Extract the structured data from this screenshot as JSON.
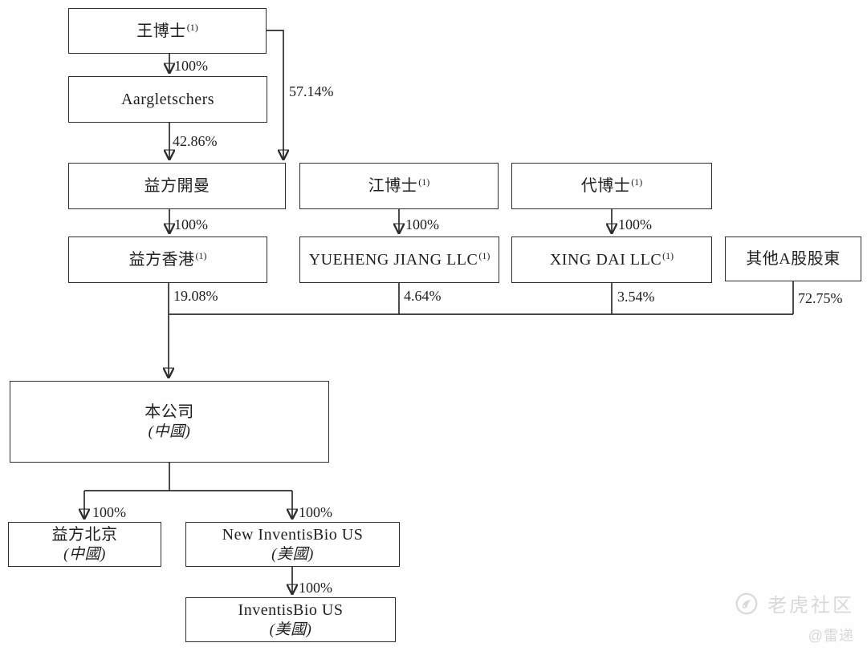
{
  "nodes": {
    "wang": {
      "label": "王博士",
      "sup": "(1)"
    },
    "aargletschers": {
      "label": "Aargletschers"
    },
    "cayman": {
      "label": "益方開曼"
    },
    "jiang": {
      "label": "江博士",
      "sup": "(1)"
    },
    "dai": {
      "label": "代博士",
      "sup": "(1)"
    },
    "hk": {
      "label": "益方香港",
      "sup": "(1)"
    },
    "yueheng": {
      "label": "YUEHENG JIANG LLC",
      "sup": "(1)"
    },
    "xingdai": {
      "label": "XING DAI LLC",
      "sup": "(1)"
    },
    "other_a": {
      "label": "其他A股股東"
    },
    "company": {
      "label": "本公司",
      "sublabel": "(中國)"
    },
    "beijing": {
      "label": "益方北京",
      "sublabel": "(中國)"
    },
    "new_us": {
      "label": "New InventisBio US",
      "sublabel": "(美國)"
    },
    "inventisbio": {
      "label": "InventisBio US",
      "sublabel": "(美國)"
    }
  },
  "edges": {
    "wang_aargletschers": "100%",
    "wang_cayman": "57.14%",
    "aargletschers_cayman": "42.86%",
    "cayman_hk": "100%",
    "jiang_yueheng": "100%",
    "dai_xingdai": "100%",
    "hk_company": "19.08%",
    "yueheng_company": "4.64%",
    "xingdai_company": "3.54%",
    "other_company": "72.75%",
    "company_beijing": "100%",
    "company_new_us": "100%",
    "new_us_inventisbio": "100%"
  },
  "watermark": {
    "community": "老虎社区",
    "author": "@雷递"
  }
}
